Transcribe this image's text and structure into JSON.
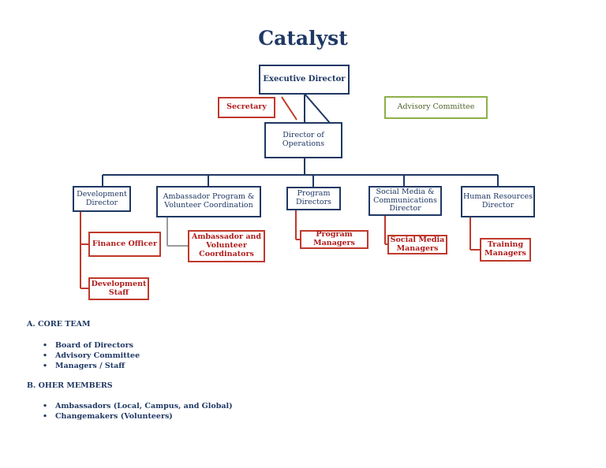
{
  "title": "Catalyst",
  "chart": {
    "executive_director": "Executive Director",
    "secretary": "Secretary",
    "advisory_committee": "Advisory Committee",
    "director_of_operations": "Director of\nOperations",
    "departments": [
      {
        "label": "Development\nDirector",
        "reports": [
          "Finance Officer",
          "Development\nStaff"
        ]
      },
      {
        "label": "Ambassador Program &\nVolunteer Coordination",
        "reports": [
          "Ambassador and\nVolunteer\nCoordinators"
        ]
      },
      {
        "label": "Program\nDirectors",
        "reports": [
          "Program\nManagers"
        ]
      },
      {
        "label": "Social Media &\nCommunications\nDirector",
        "reports": [
          "Social Media\nManagers"
        ]
      },
      {
        "label": "Human Resources\nDirector",
        "reports": [
          "Training\nManagers"
        ]
      }
    ]
  },
  "sections": [
    {
      "heading": "A. CORE TEAM",
      "items": [
        "Board of Directors",
        "Advisory Committee",
        "Managers / Staff"
      ]
    },
    {
      "heading": "B. OHER MEMBERS",
      "items": [
        "Ambassadors (Local, Campus, and Global)",
        "Changemakers (Volunteers)"
      ]
    }
  ],
  "colors": {
    "navy": "#1f3864",
    "red": "#c0392b",
    "green": "#8db04a"
  }
}
